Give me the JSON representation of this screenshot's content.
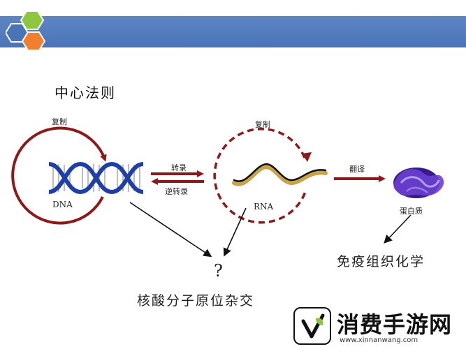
{
  "title": "中心法则",
  "labels": {
    "dna_replication": "复制",
    "rna_replication": "复制",
    "transcription": "转录",
    "reverse_transcription": "逆转录",
    "translation": "翻译",
    "dna": "DNA",
    "rna": "RNA",
    "protein": "蛋白质",
    "question_mark": "?",
    "hybridization": "核酸分子原位杂交",
    "immunohistochemistry": "免疫组织化学"
  },
  "watermark": {
    "brand": "消费手游网",
    "url": "www.xinnanwang.com"
  },
  "colors": {
    "banner": "#4a74b8",
    "arrow_dark_red": "#8b1a1a",
    "dna_blue": "#1f3fa8",
    "protein_purple": "#5a2db0"
  }
}
